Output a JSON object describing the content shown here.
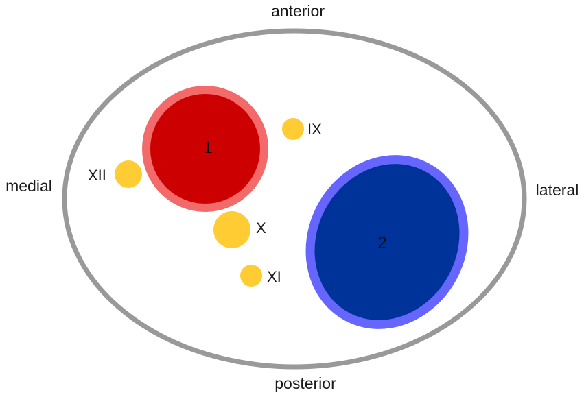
{
  "orientation": {
    "anterior": "anterior",
    "posterior": "posterior",
    "medial": "medial",
    "lateral": "lateral"
  },
  "colors": {
    "outline": "#999999",
    "background": "#ffffff",
    "vessel_1_fill": "#cc0000",
    "vessel_1_rim": "#f26a6a",
    "vessel_2_fill": "#003399",
    "vessel_2_rim": "#6666ff",
    "nerve_fill": "#ffcc33"
  },
  "vessels": {
    "one": {
      "label": "1"
    },
    "two": {
      "label": "2"
    }
  },
  "nerves": {
    "ix": {
      "label": "IX"
    },
    "x": {
      "label": "X"
    },
    "xi": {
      "label": "XI"
    },
    "xii": {
      "label": "XII"
    }
  }
}
